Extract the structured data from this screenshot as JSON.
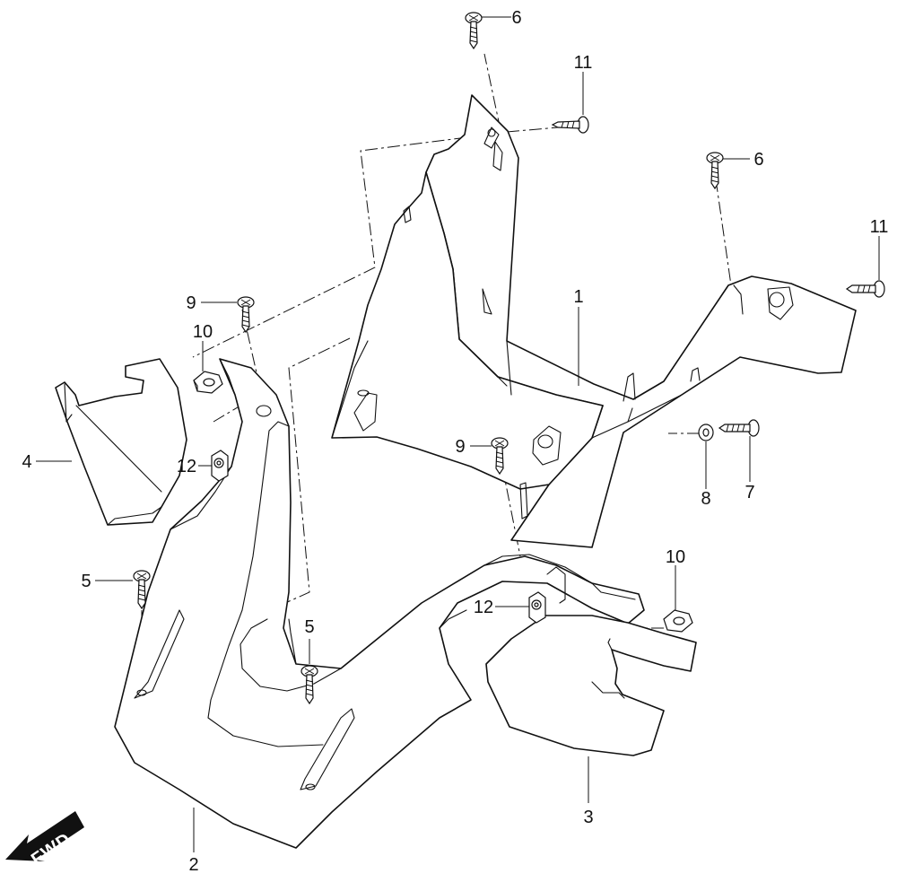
{
  "callouts": {
    "c1": "1",
    "c2": "2",
    "c3": "3",
    "c4": "4",
    "c5a": "5",
    "c5b": "5",
    "c6a": "6",
    "c6b": "6",
    "c7": "7",
    "c8": "8",
    "c9a": "9",
    "c9b": "9",
    "c10a": "10",
    "c10b": "10",
    "c11a": "11",
    "c11b": "11",
    "c12a": "12",
    "c12b": "12"
  },
  "fwd_label": "FWD",
  "colors": {
    "line": "#111111",
    "background": "#ffffff"
  }
}
